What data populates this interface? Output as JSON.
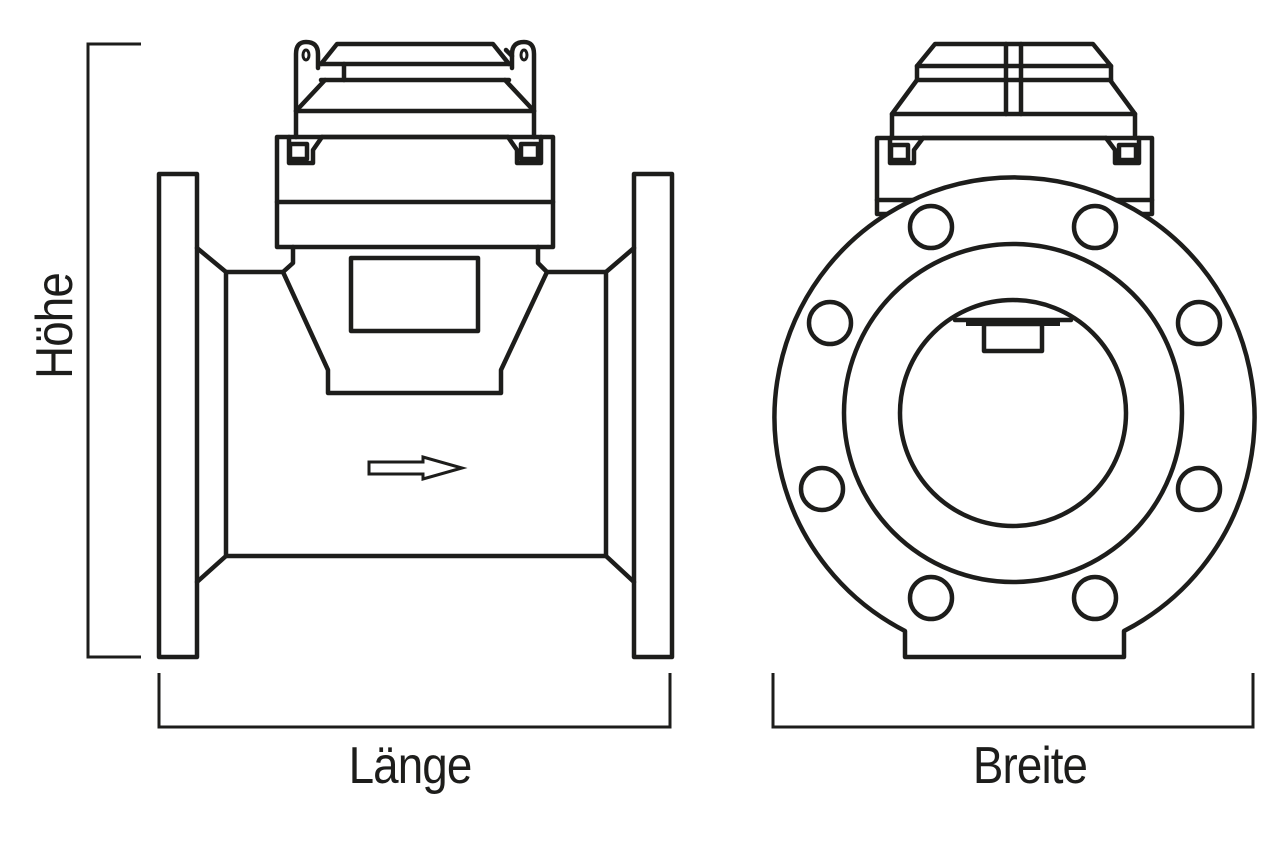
{
  "diagram": {
    "subject": "Woltmann water meter technical dimension drawing",
    "views": [
      {
        "name": "side view",
        "flow_direction": "left-to-right arrow"
      },
      {
        "name": "front view",
        "bolt_holes": 8
      }
    ],
    "line_color": "#1d1d1b",
    "background": "#ffffff"
  },
  "labels": {
    "height": "Höhe",
    "length": "Länge",
    "width": "Breite"
  }
}
